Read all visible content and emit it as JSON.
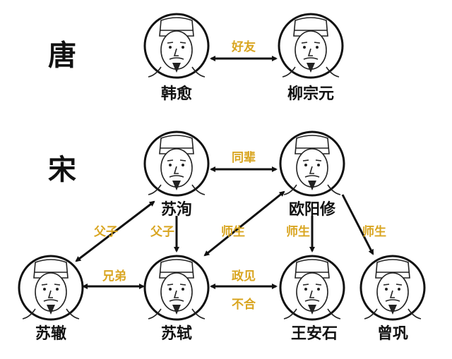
{
  "eras": {
    "tang": "唐",
    "song": "宋"
  },
  "people": {
    "han_yu": "韩愈",
    "liu_zongyuan": "柳宗元",
    "su_xun": "苏洵",
    "ouyang_xiu": "欧阳修",
    "su_zhe": "苏辙",
    "su_shi": "苏轼",
    "wang_anshi": "王安石",
    "zeng_gong": "曾巩"
  },
  "relations": {
    "friends": "好友",
    "peers": "同辈",
    "father_son_1": "父子",
    "father_son_2": "父子",
    "teacher_student_1": "师生",
    "teacher_student_2": "师生",
    "teacher_student_3": "师生",
    "brothers": "兄弟",
    "political_1": "政见",
    "political_2": "不合"
  },
  "colors": {
    "label": "#d9a520",
    "line": "#111111"
  }
}
